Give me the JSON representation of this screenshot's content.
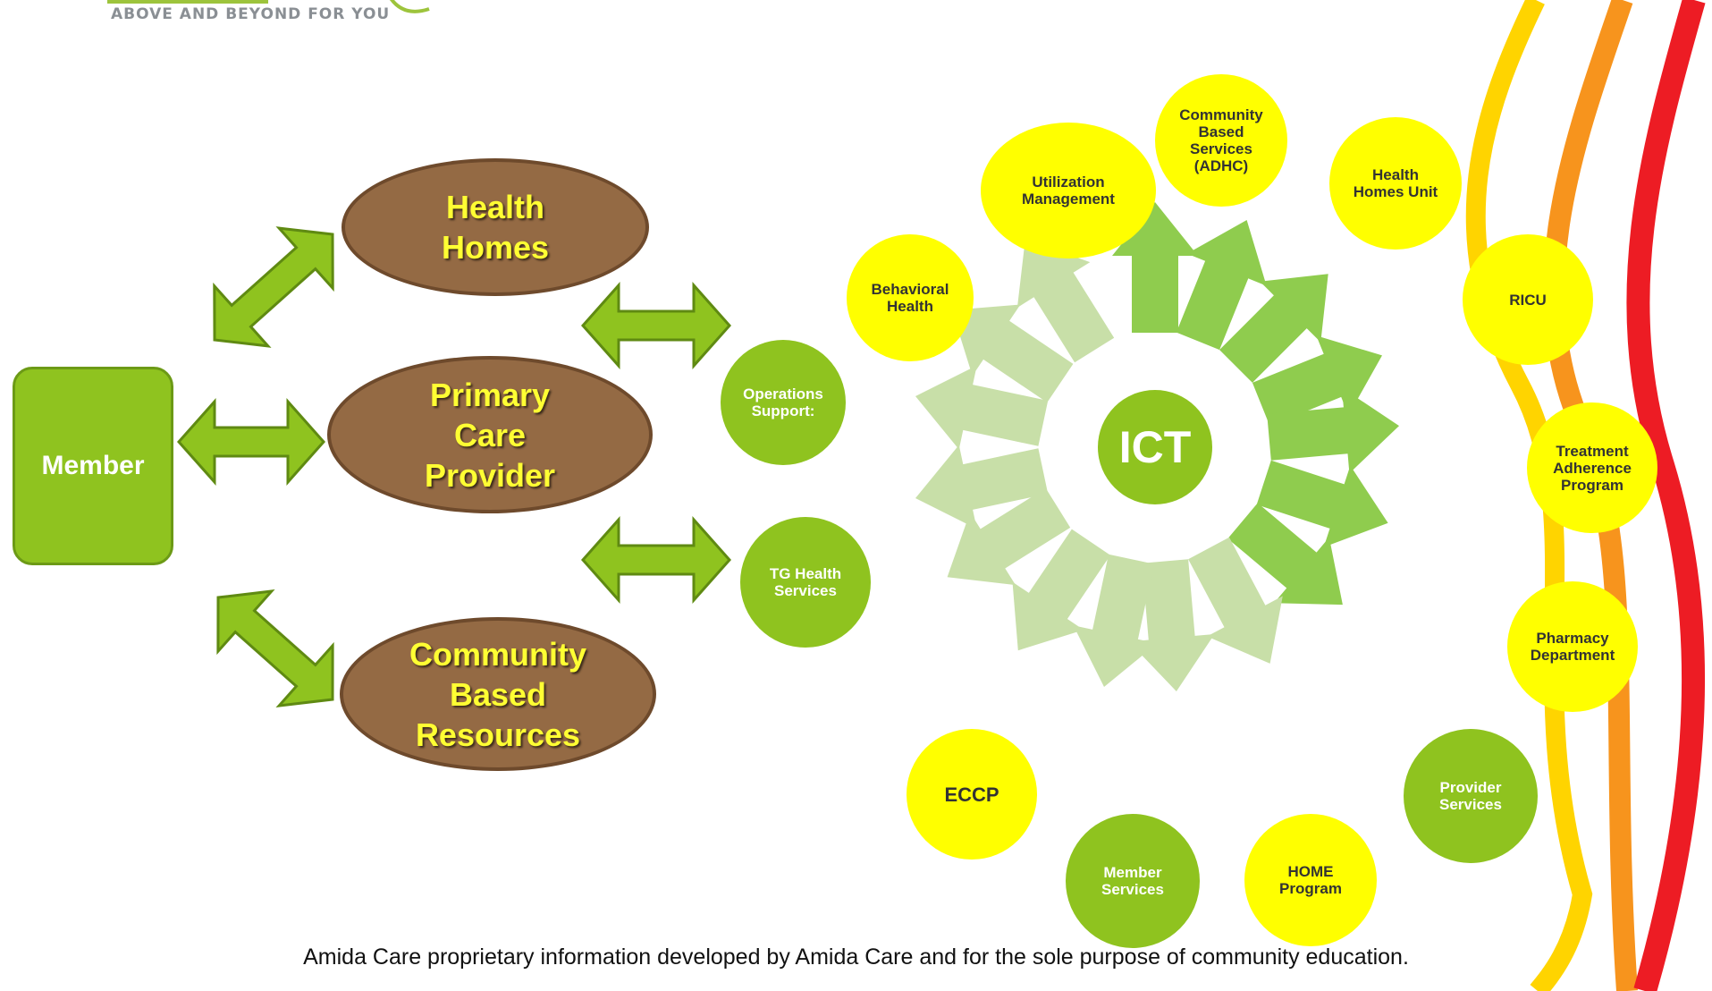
{
  "logo": {
    "tagline": "ABOVE AND BEYOND FOR YOU"
  },
  "left": {
    "member": "Member",
    "ovals": [
      {
        "id": "health-homes",
        "label": "Health\nHomes"
      },
      {
        "id": "primary-care-provider",
        "label": "Primary\nCare\nProvider"
      },
      {
        "id": "community-based-resources",
        "label": "Community\nBased\nResources"
      }
    ]
  },
  "middle": {
    "operations_support": "Operations\nSupport:",
    "tg_health_services": "TG Health\nServices"
  },
  "hub": {
    "label": "ICT"
  },
  "satellites": [
    {
      "id": "behavioral-health",
      "label": "Behavioral\nHealth",
      "color": "#ffff00"
    },
    {
      "id": "utilization-management",
      "label": "Utilization\nManagement",
      "color": "#ffff00"
    },
    {
      "id": "community-based-services",
      "label": "Community\nBased\nServices\n(ADHC)",
      "color": "#ffff00"
    },
    {
      "id": "health-homes-unit",
      "label": "Health\nHomes Unit",
      "color": "#ffff00"
    },
    {
      "id": "ricu",
      "label": "RICU",
      "color": "#ffff00"
    },
    {
      "id": "treatment-adherence-program",
      "label": "Treatment\nAdherence\nProgram",
      "color": "#ffff00"
    },
    {
      "id": "pharmacy-department",
      "label": "Pharmacy\nDepartment",
      "color": "#ffff00"
    },
    {
      "id": "provider-services",
      "label": "Provider\nServices",
      "color": "#8fc31f"
    },
    {
      "id": "home-program",
      "label": "HOME\nProgram",
      "color": "#ffff00"
    },
    {
      "id": "member-services",
      "label": "Member\nServices",
      "color": "#8fc31f"
    },
    {
      "id": "eccp",
      "label": "ECCP",
      "color": "#ffff00"
    }
  ],
  "colors": {
    "arrow_green": "#8fc31f",
    "arrow_light": "#c8dfa8",
    "oval_brown": "#946a44",
    "label_yellow": "#ffff33",
    "stripe_yellow": "#ffd400",
    "stripe_orange": "#f7941d",
    "stripe_red": "#ed1c24"
  },
  "footer": "Amida Care proprietary information developed by Amida Care and for the sole purpose of community education."
}
